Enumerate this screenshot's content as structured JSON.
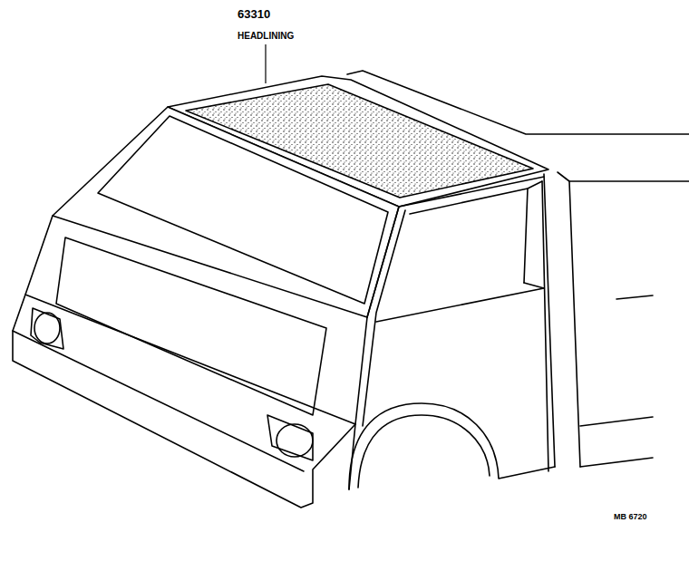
{
  "diagram": {
    "labels": [
      "63310",
      "HEADLINING",
      "MB 6720"
    ]
  }
}
